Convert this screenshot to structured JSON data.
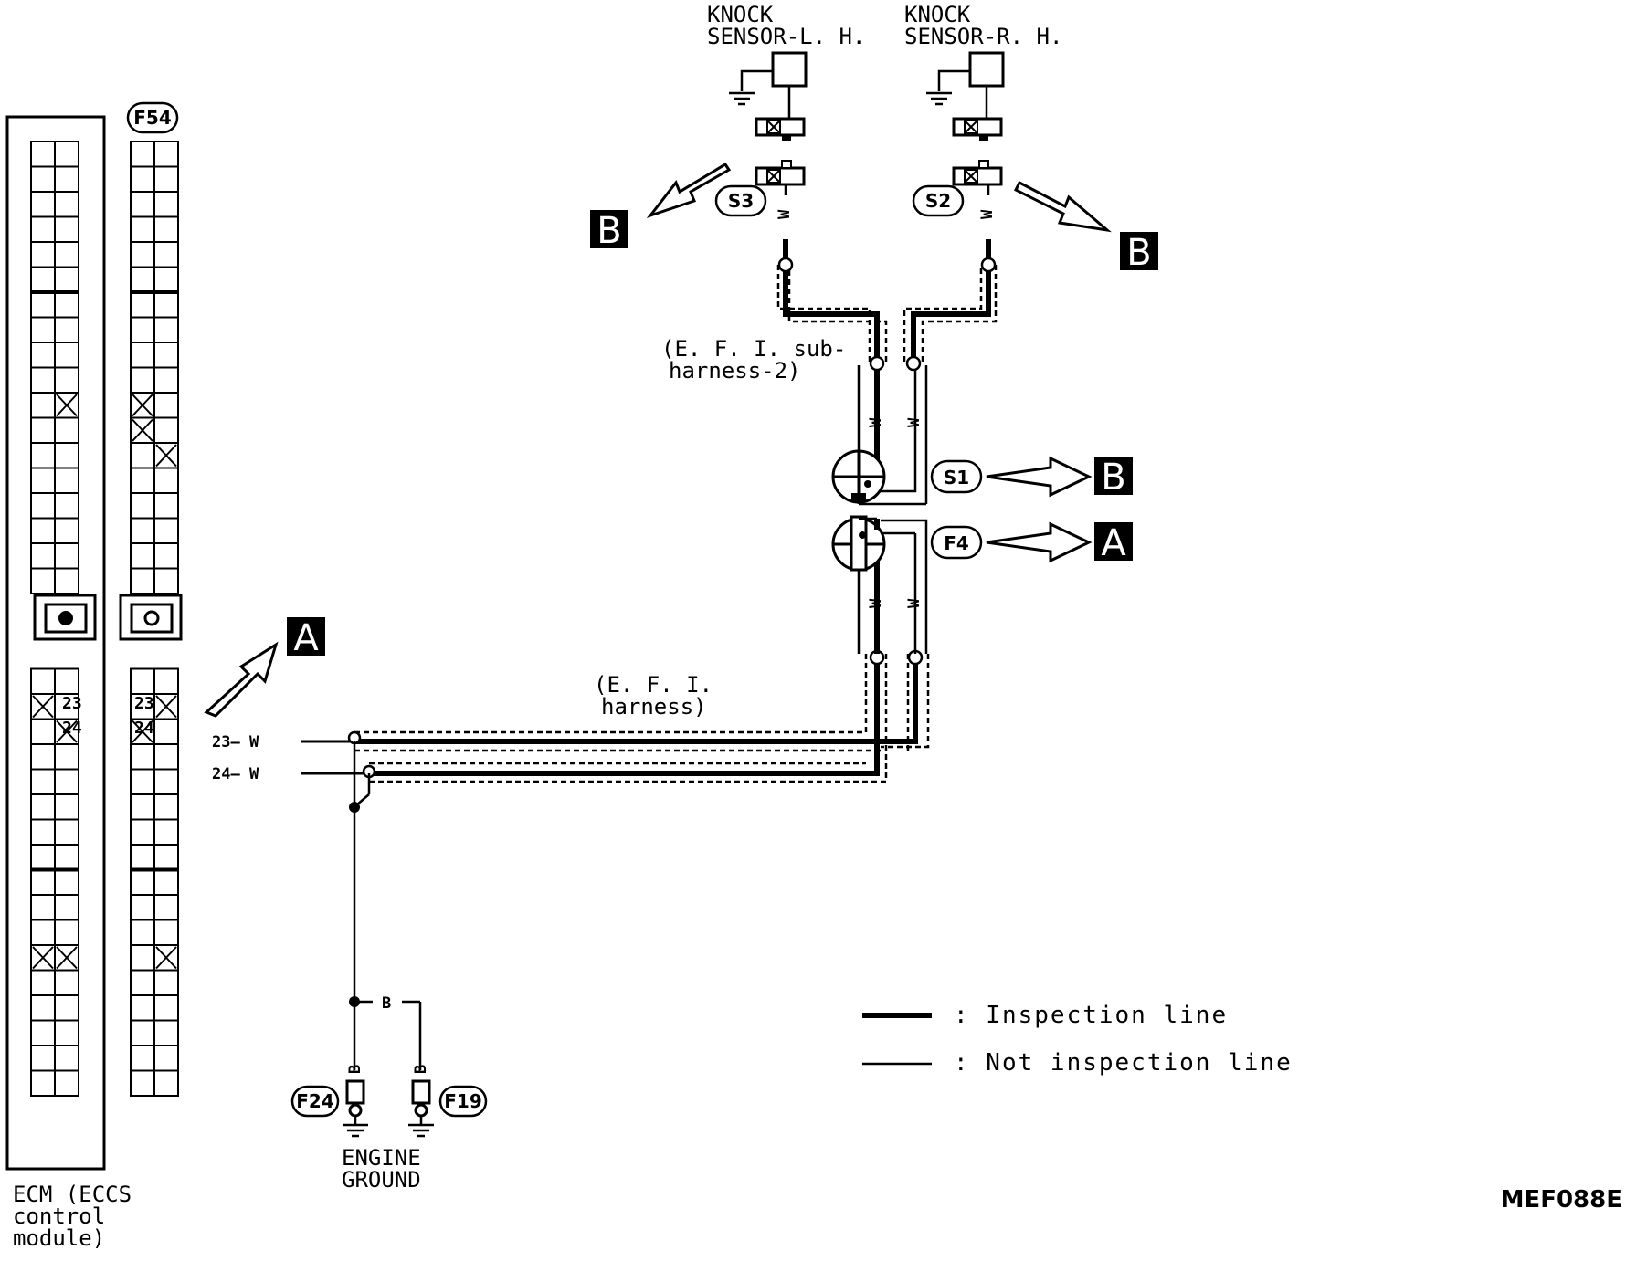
{
  "components": {
    "knock_lh": [
      "KNOCK",
      "SENSOR-L. H."
    ],
    "knock_rh": [
      "KNOCK",
      "SENSOR-R. H."
    ],
    "ecm": [
      "ECM (ECCS",
      "control",
      "module)"
    ],
    "engine_ground": [
      "ENGINE",
      "GROUND"
    ]
  },
  "harness": {
    "sub2": [
      "(E. F. I.  sub-",
      "harness-2)"
    ],
    "main": [
      "(E. F. I.",
      "harness)"
    ]
  },
  "connectors": {
    "ecm_conn": "F54",
    "s3": "S3",
    "s2": "S2",
    "s1": "S1",
    "f4": "F4",
    "f24": "F24",
    "f19": "F19"
  },
  "refs": {
    "b1": "B",
    "b2": "B",
    "b3": "B",
    "a1": "A",
    "a2": "A"
  },
  "pins": {
    "p23": "23",
    "p24": "24",
    "line23": "23— W",
    "line24": "24— W"
  },
  "wires": {
    "w": "W",
    "b": "B"
  },
  "legend": {
    "inspection": ":  Inspection line",
    "not_inspection": ":  Not inspection line"
  },
  "figure_code": "MEF088E"
}
